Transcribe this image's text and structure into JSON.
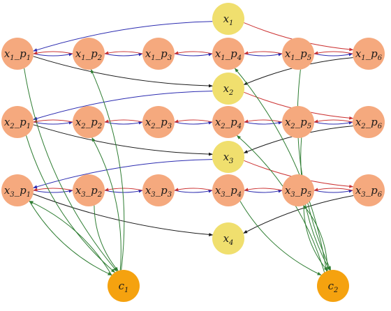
{
  "colors": {
    "var_node": "#f0df6e",
    "position_node": "#f5a97e",
    "constraint_node": "#f5a20f",
    "blue_edge": "#2b2bb0",
    "red_edge": "#cc3333",
    "black_edge": "#1a1a1a",
    "green_edge": "#2e7d32"
  },
  "nodes": {
    "x1": {
      "base": "x",
      "sub": "1",
      "suffix": "",
      "suffix_sub": "",
      "kind": "var"
    },
    "x2": {
      "base": "x",
      "sub": "2",
      "suffix": "",
      "suffix_sub": "",
      "kind": "var"
    },
    "x3": {
      "base": "x",
      "sub": "3",
      "suffix": "",
      "suffix_sub": "",
      "kind": "var"
    },
    "x4": {
      "base": "x",
      "sub": "4",
      "suffix": "",
      "suffix_sub": "",
      "kind": "var"
    },
    "x1_p1": {
      "base": "x",
      "sub": "1",
      "suffix": "_p",
      "suffix_sub": "1",
      "kind": "pos"
    },
    "x1_p2": {
      "base": "x",
      "sub": "1",
      "suffix": "_p",
      "suffix_sub": "2",
      "kind": "pos"
    },
    "x1_p3": {
      "base": "x",
      "sub": "1",
      "suffix": "_p",
      "suffix_sub": "3",
      "kind": "pos"
    },
    "x1_p4": {
      "base": "x",
      "sub": "1",
      "suffix": "_p",
      "suffix_sub": "4",
      "kind": "pos"
    },
    "x1_p5": {
      "base": "x",
      "sub": "1",
      "suffix": "_p",
      "suffix_sub": "5",
      "kind": "pos"
    },
    "x1_p6": {
      "base": "x",
      "sub": "1",
      "suffix": "_p",
      "suffix_sub": "6",
      "kind": "pos"
    },
    "x2_p1": {
      "base": "x",
      "sub": "2",
      "suffix": "_p",
      "suffix_sub": "1",
      "kind": "pos"
    },
    "x2_p2": {
      "base": "x",
      "sub": "2",
      "suffix": "_p",
      "suffix_sub": "2",
      "kind": "pos"
    },
    "x2_p3": {
      "base": "x",
      "sub": "2",
      "suffix": "_p",
      "suffix_sub": "3",
      "kind": "pos"
    },
    "x2_p4": {
      "base": "x",
      "sub": "2",
      "suffix": "_p",
      "suffix_sub": "4",
      "kind": "pos"
    },
    "x2_p5": {
      "base": "x",
      "sub": "2",
      "suffix": "_p",
      "suffix_sub": "5",
      "kind": "pos"
    },
    "x2_p6": {
      "base": "x",
      "sub": "2",
      "suffix": "_p",
      "suffix_sub": "6",
      "kind": "pos"
    },
    "x3_p1": {
      "base": "x",
      "sub": "3",
      "suffix": "_p",
      "suffix_sub": "1",
      "kind": "pos"
    },
    "x3_p2": {
      "base": "x",
      "sub": "3",
      "suffix": "_p",
      "suffix_sub": "2",
      "kind": "pos"
    },
    "x3_p3": {
      "base": "x",
      "sub": "3",
      "suffix": "_p",
      "suffix_sub": "3",
      "kind": "pos"
    },
    "x3_p4": {
      "base": "x",
      "sub": "3",
      "suffix": "_p",
      "suffix_sub": "4",
      "kind": "pos"
    },
    "x3_p5": {
      "base": "x",
      "sub": "3",
      "suffix": "_p",
      "suffix_sub": "5",
      "kind": "pos"
    },
    "x3_p6": {
      "base": "x",
      "sub": "3",
      "suffix": "_p",
      "suffix_sub": "6",
      "kind": "pos"
    },
    "c1": {
      "base": "c",
      "sub": "1",
      "suffix": "",
      "suffix_sub": "",
      "kind": "con"
    },
    "c2": {
      "base": "c",
      "sub": "2",
      "suffix": "",
      "suffix_sub": "",
      "kind": "con"
    }
  },
  "edges": [
    {
      "from": "x1_p1",
      "to": "x1_p2",
      "color": "blue"
    },
    {
      "from": "x1_p2",
      "to": "x1_p1",
      "color": "red"
    },
    {
      "from": "x1_p2",
      "to": "x1_p3",
      "color": "blue"
    },
    {
      "from": "x1_p3",
      "to": "x1_p2",
      "color": "red"
    },
    {
      "from": "x1_p3",
      "to": "x1_p4",
      "color": "blue"
    },
    {
      "from": "x1_p4",
      "to": "x1_p3",
      "color": "red"
    },
    {
      "from": "x1_p4",
      "to": "x1_p5",
      "color": "blue"
    },
    {
      "from": "x1_p5",
      "to": "x1_p4",
      "color": "red"
    },
    {
      "from": "x1_p5",
      "to": "x1_p6",
      "color": "blue"
    },
    {
      "from": "x1_p6",
      "to": "x1_p5",
      "color": "red"
    },
    {
      "from": "x2_p1",
      "to": "x2_p2",
      "color": "blue"
    },
    {
      "from": "x2_p2",
      "to": "x2_p1",
      "color": "red"
    },
    {
      "from": "x2_p2",
      "to": "x2_p3",
      "color": "blue"
    },
    {
      "from": "x2_p3",
      "to": "x2_p2",
      "color": "red"
    },
    {
      "from": "x2_p3",
      "to": "x2_p4",
      "color": "blue"
    },
    {
      "from": "x2_p4",
      "to": "x2_p3",
      "color": "red"
    },
    {
      "from": "x2_p4",
      "to": "x2_p5",
      "color": "blue"
    },
    {
      "from": "x2_p5",
      "to": "x2_p4",
      "color": "red"
    },
    {
      "from": "x2_p5",
      "to": "x2_p6",
      "color": "blue"
    },
    {
      "from": "x2_p6",
      "to": "x2_p5",
      "color": "red"
    },
    {
      "from": "x3_p1",
      "to": "x3_p2",
      "color": "blue"
    },
    {
      "from": "x3_p2",
      "to": "x3_p1",
      "color": "red"
    },
    {
      "from": "x3_p2",
      "to": "x3_p3",
      "color": "blue"
    },
    {
      "from": "x3_p3",
      "to": "x3_p2",
      "color": "red"
    },
    {
      "from": "x3_p3",
      "to": "x3_p4",
      "color": "blue"
    },
    {
      "from": "x3_p4",
      "to": "x3_p3",
      "color": "red"
    },
    {
      "from": "x3_p4",
      "to": "x3_p5",
      "color": "blue"
    },
    {
      "from": "x3_p5",
      "to": "x3_p4",
      "color": "red"
    },
    {
      "from": "x3_p5",
      "to": "x3_p6",
      "color": "blue"
    },
    {
      "from": "x3_p6",
      "to": "x3_p5",
      "color": "red"
    },
    {
      "from": "x1",
      "to": "x1_p1",
      "color": "blue"
    },
    {
      "from": "x1",
      "to": "x1_p6",
      "color": "red"
    },
    {
      "from": "x2",
      "to": "x2_p1",
      "color": "blue"
    },
    {
      "from": "x2",
      "to": "x2_p6",
      "color": "red"
    },
    {
      "from": "x3",
      "to": "x3_p1",
      "color": "blue"
    },
    {
      "from": "x3",
      "to": "x3_p6",
      "color": "red"
    },
    {
      "from": "x1_p1",
      "to": "x2",
      "color": "black"
    },
    {
      "from": "x1_p6",
      "to": "x2",
      "color": "black"
    },
    {
      "from": "x2_p1",
      "to": "x3",
      "color": "black"
    },
    {
      "from": "x2_p6",
      "to": "x3",
      "color": "black"
    },
    {
      "from": "x3_p1",
      "to": "x4",
      "color": "black"
    },
    {
      "from": "x3_p6",
      "to": "x4",
      "color": "black"
    },
    {
      "from": "x1_p1",
      "to": "c1",
      "color": "green"
    },
    {
      "from": "c1",
      "to": "x1_p2",
      "color": "green"
    },
    {
      "from": "x2_p1",
      "to": "c1",
      "color": "green"
    },
    {
      "from": "c1",
      "to": "x2_p2",
      "color": "green"
    },
    {
      "from": "x3_p1",
      "to": "c1",
      "color": "green"
    },
    {
      "from": "c1",
      "to": "x3_p1",
      "color": "green"
    },
    {
      "from": "x3_p2",
      "to": "c1",
      "color": "green"
    },
    {
      "from": "x1_p5",
      "to": "c2",
      "color": "green"
    },
    {
      "from": "c2",
      "to": "x1_p4",
      "color": "green"
    },
    {
      "from": "x2_p5",
      "to": "c2",
      "color": "green"
    },
    {
      "from": "c2",
      "to": "x2_p4",
      "color": "green"
    },
    {
      "from": "x3_p5",
      "to": "c2",
      "color": "green"
    },
    {
      "from": "c2",
      "to": "x3_p5",
      "color": "green"
    },
    {
      "from": "x3_p4",
      "to": "c2",
      "color": "green"
    }
  ]
}
